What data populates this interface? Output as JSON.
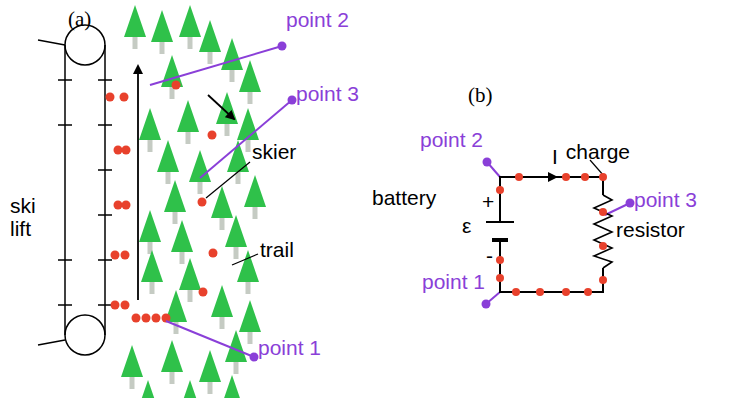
{
  "diagram": {
    "labels": [
      "(a)",
      "point 2",
      "point 3",
      "skier",
      "ski lift",
      "trail",
      "point 1",
      "(b)",
      "point 2",
      "I",
      "charge",
      "point 3",
      "battery",
      "+",
      "ε",
      "resistor",
      "-",
      "point 1"
    ]
  }
}
